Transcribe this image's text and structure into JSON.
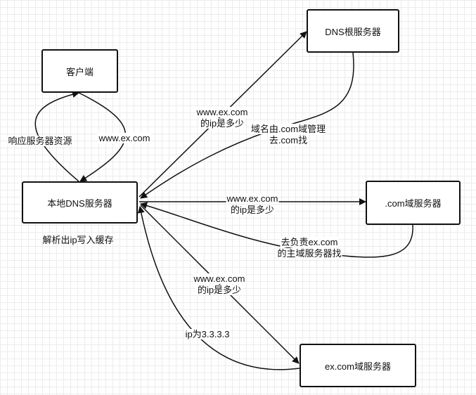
{
  "nodes": {
    "client": "客户端",
    "local_dns": "本地DNS服务器",
    "root_dns": "DNS根服务器",
    "com_dns": ".com域服务器",
    "excom_dns": "ex.com域服务器"
  },
  "labels": {
    "respond": "响应服务器资源",
    "query_client": "www.ex.com",
    "parse_cache": "解析出ip写入缓存",
    "q_root_1": "www.ex.com",
    "q_root_2": "的ip是多少",
    "a_root_1": "域名由.com域管理",
    "a_root_2": "去.com找",
    "q_com_1": "www.ex.com",
    "q_com_2": "的ip是多少",
    "a_com_1": "去负责ex.com",
    "a_com_2": "的主域服务器找",
    "q_excom_1": "www.ex.com",
    "q_excom_2": "的ip是多少",
    "a_excom": "ip为3.3.3.3"
  }
}
